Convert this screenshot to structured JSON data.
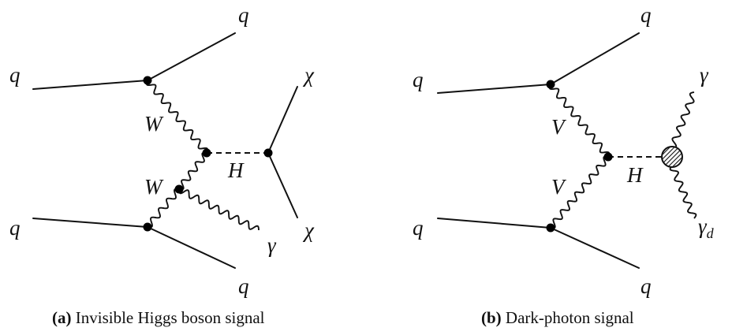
{
  "panels": [
    {
      "id": "a",
      "caption_tag": "(a)",
      "caption_text": "Invisible Higgs boson signal",
      "labels": {
        "q_in_top": "q",
        "q_out_top": "q",
        "q_in_bottom": "q",
        "q_out_bottom": "q",
        "boson_top": "W",
        "boson_bottom": "W",
        "higgs": "H",
        "chi_top": "χ",
        "chi_bottom": "χ",
        "photon": "γ"
      }
    },
    {
      "id": "b",
      "caption_tag": "(b)",
      "caption_text": "Dark-photon signal",
      "labels": {
        "q_in_top": "q",
        "q_out_top": "q",
        "q_in_bottom": "q",
        "q_out_bottom": "q",
        "boson_top": "V",
        "boson_bottom": "V",
        "higgs": "H",
        "photon": "γ",
        "dark_photon": "γ",
        "dark_photon_sub": "d"
      }
    }
  ]
}
